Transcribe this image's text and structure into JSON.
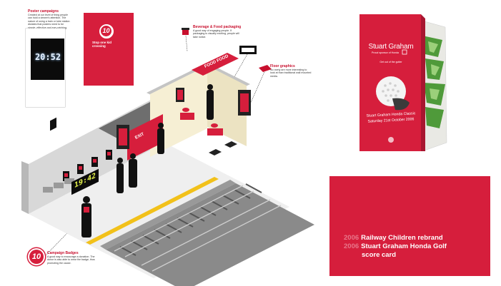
{
  "notes": {
    "poster_campaigns": {
      "title": "Poster campaigns",
      "body": "Created at our level of thing people can hold a viewer's attention. The nature of using a train or tube station dictates that posters need to be simple, effective and eye-catching."
    },
    "beverage_food": {
      "title": "Beverage & Food packaging",
      "body": "A good way of engaging people. If packaging is visually exciting, people will take notice."
    },
    "floor_graphics": {
      "title": "Floor graphics",
      "body": "So rarely are more interesting to look at than traditional wall mounted media."
    },
    "campaign_badges": {
      "title": "Campaign Badges",
      "body": "A good way to encourage a donation. The donor is also able to wear the badge, thus promoting the cause."
    }
  },
  "posters": {
    "clock_time": "20:52",
    "badge_number": "10",
    "red_poster_text": "Stop one kid crossing"
  },
  "station": {
    "clock_time": "19:42",
    "exit_sign": "EXIT",
    "food_sign": "FOOD FOOD",
    "badge_number": "10"
  },
  "scorecard": {
    "name": "Stuart Graham",
    "subtitle": "Proud sponsor of Honda",
    "tagline": "Get out of the gutter",
    "event_line1": "Stuart Graham Honda Classic",
    "event_line2": "Saturday 21st October 2006"
  },
  "caption": {
    "items": [
      {
        "year": "2006",
        "text": "Railway Children rebrand"
      },
      {
        "year": "2006",
        "text": "Stuart Graham Honda Golf"
      },
      {
        "year": "",
        "text": "score card"
      }
    ]
  },
  "colors": {
    "brand_red": "#d61e3c",
    "caption_year": "#e8768a"
  }
}
